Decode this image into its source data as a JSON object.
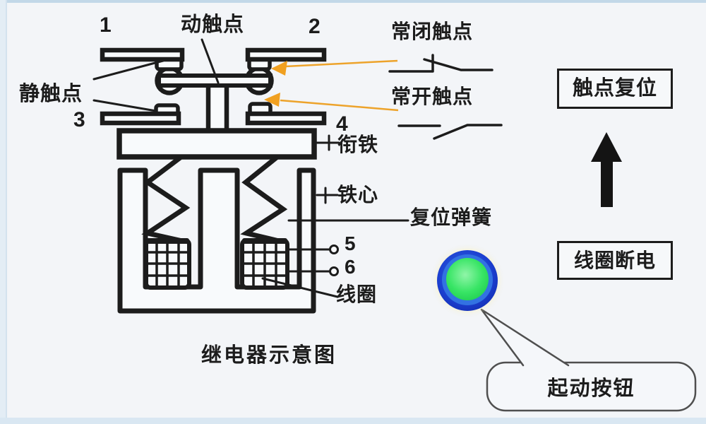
{
  "diagram": {
    "terminals": [
      "1",
      "2",
      "3",
      "4",
      "5",
      "6"
    ],
    "labels": {
      "moving_contact": "动触点",
      "static_contact": "静触点",
      "armature": "衔铁",
      "iron_core": "铁心",
      "reset_spring": "复位弹簧",
      "coil": "线圈"
    },
    "symbols": {
      "normally_closed": "常闭触点",
      "normally_open": "常开触点"
    },
    "states": {
      "contact_reset": "触点复位",
      "coil_deenergized": "线圈断电"
    },
    "start_button": "起动按钮",
    "caption": "继电器示意图",
    "colors": {
      "ink": "#1c1c1c",
      "pointer_arrow_orange": "#eda32b",
      "button_outer_blue": "#1c3fd0",
      "button_ring_blue": "#3272e2",
      "button_core_green": "#38e565",
      "frame_blue": "#c2d8e8"
    }
  }
}
